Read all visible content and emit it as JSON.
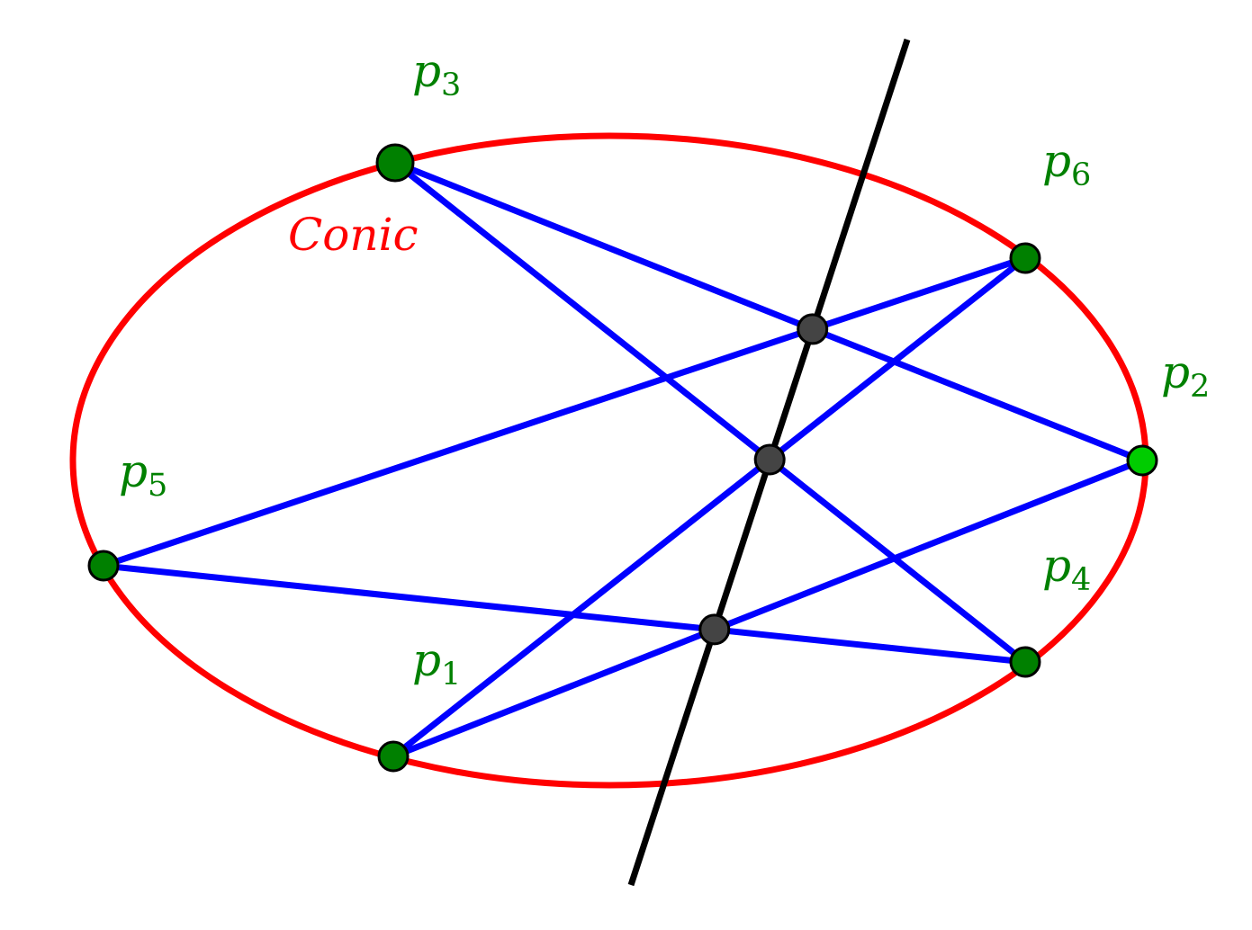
{
  "colors": {
    "conic": "#ff0000",
    "hexagon_lines": "#0000ff",
    "pascal_line": "#000000",
    "point_fill": "#008000",
    "point_fill_light": "#00cc00",
    "intersection_fill": "#444444",
    "label": "#008000",
    "conic_label": "#ff0000"
  },
  "conic_label": "Conic",
  "points": [
    {
      "id": "p1",
      "base": "p",
      "sub": "1"
    },
    {
      "id": "p2",
      "base": "p",
      "sub": "2"
    },
    {
      "id": "p3",
      "base": "p",
      "sub": "3"
    },
    {
      "id": "p4",
      "base": "p",
      "sub": "4"
    },
    {
      "id": "p5",
      "base": "p",
      "sub": "5"
    },
    {
      "id": "p6",
      "base": "p",
      "sub": "6"
    }
  ],
  "hexagon_sides": [
    [
      "p1",
      "p2"
    ],
    [
      "p2",
      "p3"
    ],
    [
      "p3",
      "p4"
    ],
    [
      "p4",
      "p5"
    ],
    [
      "p5",
      "p6"
    ],
    [
      "p6",
      "p1"
    ]
  ]
}
